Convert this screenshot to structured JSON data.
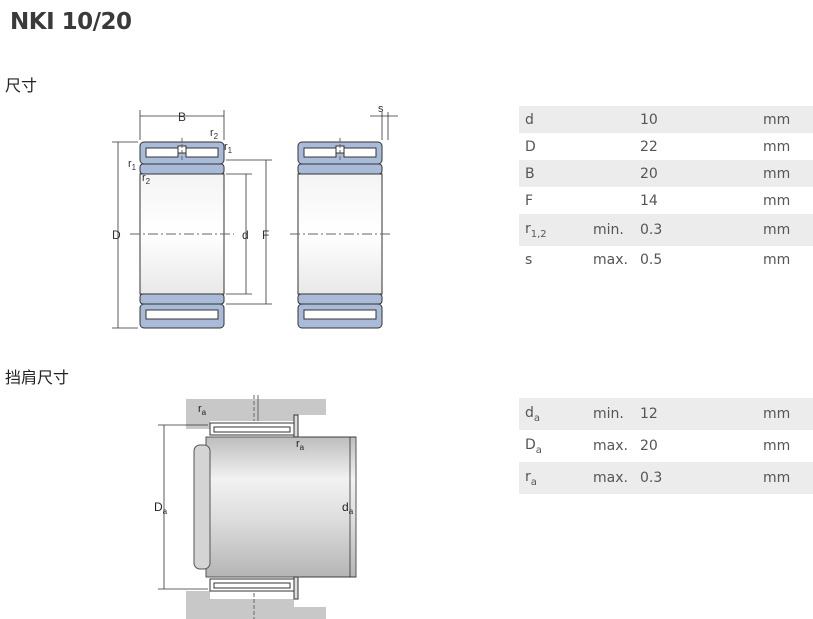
{
  "title": "NKI 10/20",
  "sections": {
    "dimensions": "尺寸",
    "abutment": "挡肩尺寸"
  },
  "dimensions": [
    {
      "sym": "d",
      "sub": "",
      "limit": "",
      "value": "10",
      "unit": "mm"
    },
    {
      "sym": "D",
      "sub": "",
      "limit": "",
      "value": "22",
      "unit": "mm"
    },
    {
      "sym": "B",
      "sub": "",
      "limit": "",
      "value": "20",
      "unit": "mm"
    },
    {
      "sym": "F",
      "sub": "",
      "limit": "",
      "value": "14",
      "unit": "mm"
    },
    {
      "sym": "r",
      "sub": "1,2",
      "limit": "min.",
      "value": "0.3",
      "unit": "mm"
    },
    {
      "sym": "s",
      "sub": "",
      "limit": "max.",
      "value": "0.5",
      "unit": "mm"
    }
  ],
  "abutment": [
    {
      "sym": "d",
      "sub": "a",
      "limit": "min.",
      "value": "12",
      "unit": "mm"
    },
    {
      "sym": "D",
      "sub": "a",
      "limit": "max.",
      "value": "20",
      "unit": "mm"
    },
    {
      "sym": "r",
      "sub": "a",
      "limit": "max.",
      "value": "0.3",
      "unit": "mm"
    }
  ],
  "drawing1": {
    "B": "B",
    "D": "D",
    "d": "d",
    "F": "F",
    "s": "s",
    "r1": "r",
    "r1_sub": "1",
    "r2": "r",
    "r2_sub": "2"
  },
  "drawing2": {
    "ra": "r",
    "ra_sub": "a",
    "Da": "D",
    "Da_sub": "a",
    "da": "d",
    "da_sub": "a"
  },
  "colors": {
    "ring_blue": "#a9bbd8",
    "housing_gray": "#c8c8c8"
  }
}
